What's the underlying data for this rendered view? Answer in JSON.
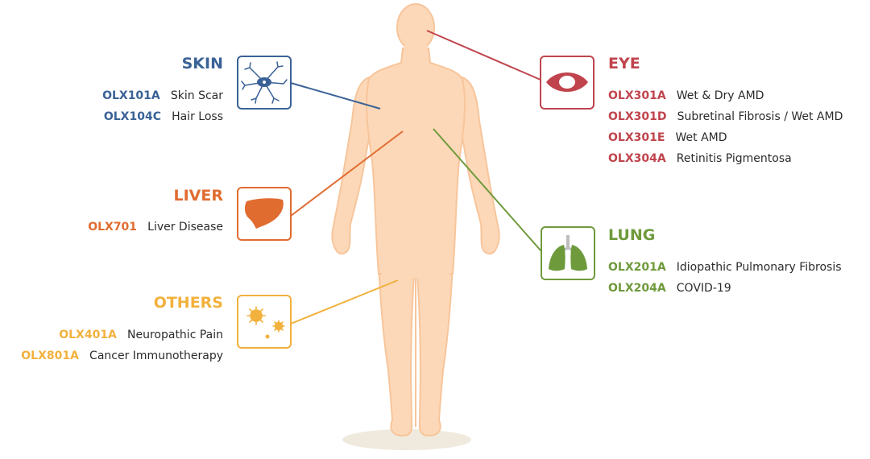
{
  "colors": {
    "skin": "#3a6296",
    "eye": "#c0444d",
    "liver": "#e06c30",
    "lung": "#6f9a3c",
    "others": "#f2b13d",
    "body_fill": "#fdd8b8",
    "body_stroke": "#f7c59b",
    "shadow": "#efeadd",
    "text": "#2b2b2b"
  },
  "categories": {
    "skin": {
      "title": "SKIN",
      "icon": "nerve-cell-icon",
      "items": [
        {
          "code": "OLX101A",
          "desc": "Skin Scar"
        },
        {
          "code": "OLX104C",
          "desc": "Hair Loss"
        }
      ]
    },
    "eye": {
      "title": "EYE",
      "icon": "eye-icon",
      "items": [
        {
          "code": "OLX301A",
          "desc": "Wet & Dry AMD"
        },
        {
          "code": "OLX301D",
          "desc": "Subretinal Fibrosis / Wet AMD"
        },
        {
          "code": "OLX301E",
          "desc": "Wet AMD"
        },
        {
          "code": "OLX304A",
          "desc": "Retinitis Pigmentosa"
        }
      ]
    },
    "liver": {
      "title": "LIVER",
      "icon": "liver-icon",
      "items": [
        {
          "code": "OLX701",
          "desc": "Liver Disease"
        }
      ]
    },
    "lung": {
      "title": "LUNG",
      "icon": "lungs-icon",
      "items": [
        {
          "code": "OLX201A",
          "desc": "Idiopathic Pulmonary Fibrosis"
        },
        {
          "code": "OLX204A",
          "desc": "COVID-19"
        }
      ]
    },
    "others": {
      "title": "OTHERS",
      "icon": "virus-particles-icon",
      "items": [
        {
          "code": "OLX401A",
          "desc": "Neuropathic Pain"
        },
        {
          "code": "OLX801A",
          "desc": "Cancer Immunotherapy"
        }
      ]
    }
  }
}
